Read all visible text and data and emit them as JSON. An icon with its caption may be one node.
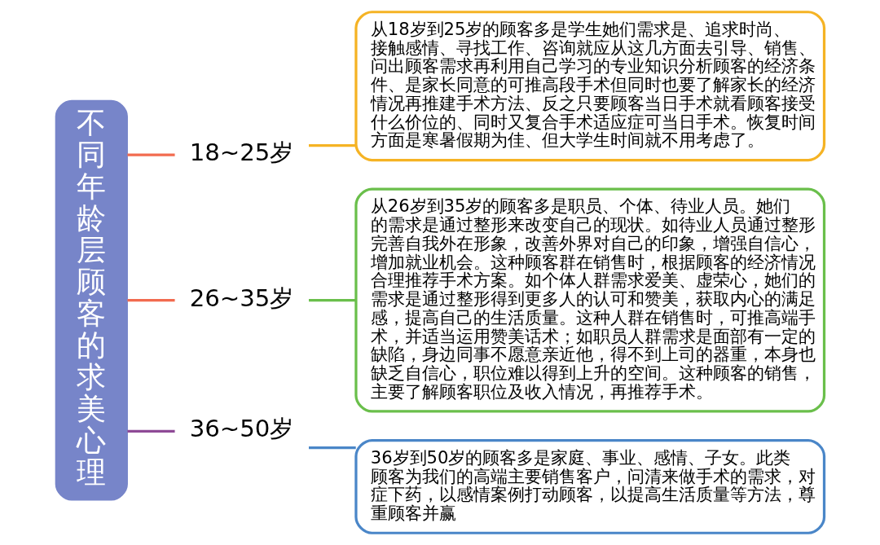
{
  "diagram": {
    "nodes": [
      {
        "text": [
          "不同年龄层顾客的求美心理"
        ]
      },
      {
        "text": [
          "18~25岁"
        ]
      },
      {
        "text": [
          "从18岁到25岁的顾客多是学生她们需求是、追求时尚、接触感情、寻找工作、咨询就应从这几方面去引导、销售、问出顾客需求再利用自己学习的专业知识分析顾客的经济条件、是家长同意的可推高段手术但同时也要了解家长的经济情况再推建手术方法、反之只要顾客当日手术就看顾客接受什么价位的、同时又复合手术适应症可当日手术。恢复时间方面是寒暑假期为佳、但大学生时间就不用考虑了。"
        ]
      },
      {
        "text": [
          "26~35岁"
        ]
      },
      {
        "text": [
          "从26岁到35岁的顾客多是职员、个体、待业人员。她们的需求是通过整形来改变自己的现状。如待业人员通过整形完善自我外在形象，改善外界对自己的印象，增强自信心，增加就业机会。这种顾客群在销售时，根据顾客的经济情况合理推荐手术方案。如个体人群需求爱美、虚荣心，她们的需求是通过整形得到更多人的认可和赞美，获取内心的满足感，提高自己的生活质量。这种人群在销售时，可推高端手术，并适当运用赞美话术；如职员人群需求是面部有一定的缺陷，身边同事不愿意亲近他，得不到上司的器重，本身也缺乏自信心，职位难以得到上升的空间。这种顾客的销售，主要了解顾客职位及收入情况，再推荐手术。"
        ]
      },
      {
        "text": [
          "36~50岁"
        ]
      },
      {
        "text": [
          "36岁到50岁的顾客多是家庭、事业、感情、子女。此类顾客为我们的高端主要销售客户，问清来做手术的需求，对症下药，以感情案例打动顾客，以提高生活质量等方法，尊重顾客并赢"
        ]
      }
    ],
    "edges": [
      {
        "from": 0,
        "to": 1,
        "arrow": "none",
        "color": "#f26b4f"
      },
      {
        "from": 1,
        "to": 2,
        "arrow": "none",
        "color": "#f5b324"
      },
      {
        "from": 0,
        "to": 3,
        "arrow": "none",
        "color": "#f26b4f"
      },
      {
        "from": 3,
        "to": 4,
        "arrow": "none",
        "color": "#6abf4b"
      },
      {
        "from": 0,
        "to": 5,
        "arrow": "none",
        "color": "#8e4a96"
      },
      {
        "from": 5,
        "to": 6,
        "arrow": "none",
        "color": "#4a86c8"
      }
    ]
  }
}
